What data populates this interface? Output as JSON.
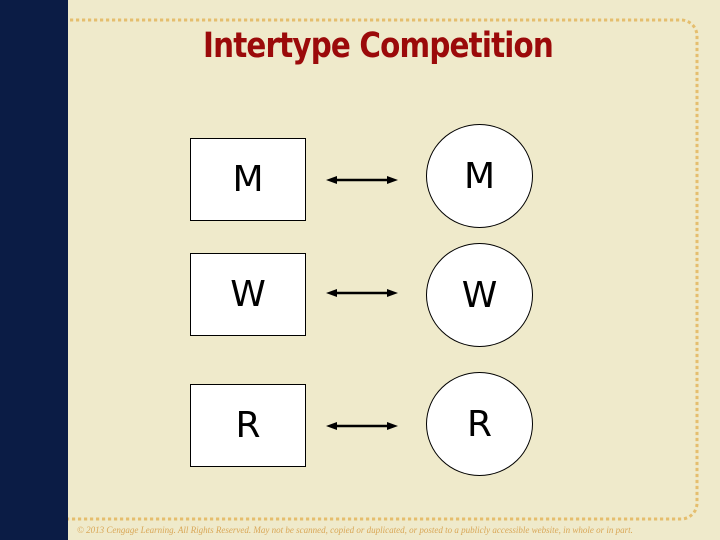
{
  "slide": {
    "title": "Intertype Competition",
    "footer": "© 2013 Cengage Learning. All Rights Reserved. May not be scanned, copied or duplicated, or posted to a publicly accessible website, in whole or in part.",
    "colors": {
      "background": "#EFEACB",
      "sidebar": "#0B1C45",
      "title": "#9B0A0A",
      "border_dash": "#E5BE6E",
      "footer_text": "#D9A757",
      "shape_fill": "#FFFFFF",
      "shape_stroke": "#000000"
    },
    "diagram": {
      "rows": [
        {
          "box_label": "M",
          "circle_label": "M",
          "connector": "double-headed-arrow"
        },
        {
          "box_label": "W",
          "circle_label": "W",
          "connector": "double-headed-arrow"
        },
        {
          "box_label": "R",
          "circle_label": "R",
          "connector": "double-headed-arrow"
        }
      ]
    }
  }
}
